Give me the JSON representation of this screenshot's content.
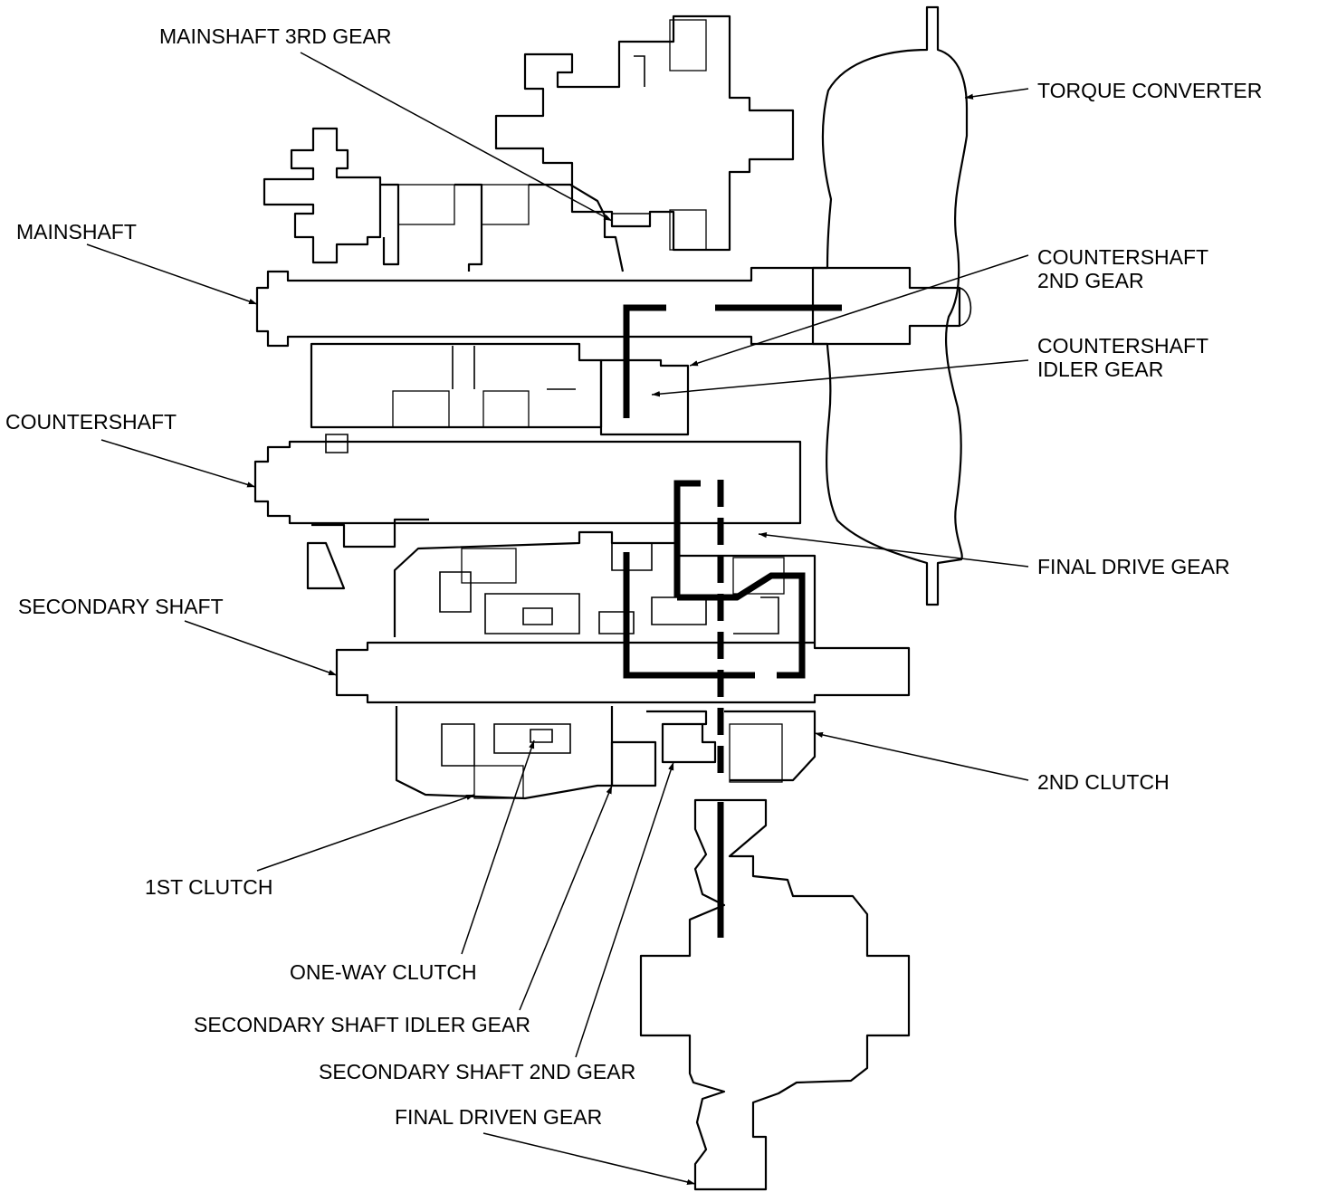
{
  "labels": {
    "mainshaft_3rd_gear": "MAINSHAFT 3RD GEAR",
    "torque_converter": "TORQUE CONVERTER",
    "mainshaft": "MAINSHAFT",
    "countershaft_2nd_gear_l1": "COUNTERSHAFT",
    "countershaft_2nd_gear_l2": "2ND GEAR",
    "countershaft_idler_gear_l1": "COUNTERSHAFT",
    "countershaft_idler_gear_l2": "IDLER GEAR",
    "countershaft": "COUNTERSHAFT",
    "final_drive_gear": "FINAL DRIVE GEAR",
    "secondary_shaft": "SECONDARY SHAFT",
    "second_clutch": "2ND CLUTCH",
    "first_clutch": "1ST CLUTCH",
    "one_way_clutch": "ONE-WAY CLUTCH",
    "secondary_shaft_idler_gear": "SECONDARY SHAFT IDLER GEAR",
    "secondary_shaft_2nd_gear": "SECONDARY SHAFT 2ND GEAR",
    "final_driven_gear": "FINAL DRIVEN GEAR"
  }
}
